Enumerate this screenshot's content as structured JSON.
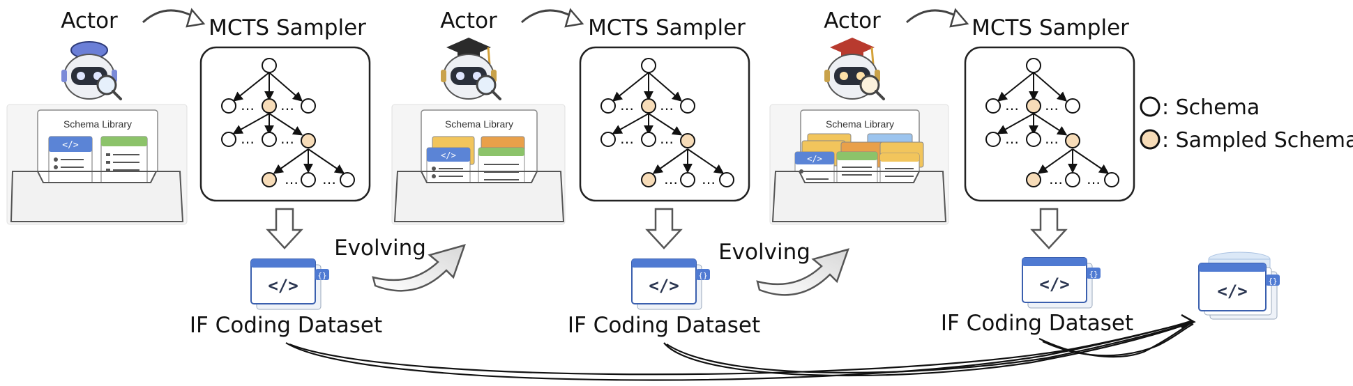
{
  "labels": {
    "actor": "Actor",
    "mcts_sampler": "MCTS Sampler",
    "schema_library": "Schema Library",
    "evolving": "Evolving",
    "dataset": "IF Coding Dataset",
    "ellipsis": "…",
    "code_glyph": "</>",
    "brace_glyph": "{}"
  },
  "legend": [
    {
      "key": "schema",
      "label": ": Schema",
      "fill": "#ffffff"
    },
    {
      "key": "sampled",
      "label": ": Sampled Schema",
      "fill": "#f7dcb8"
    }
  ],
  "stages": [
    {
      "id": "stage-1",
      "hat_color": "#6b7fd7",
      "folder_count": 2
    },
    {
      "id": "stage-2",
      "hat_color": "#2b2b2b",
      "folder_count": 4
    },
    {
      "id": "stage-3",
      "hat_color": "#b83a2e",
      "folder_count": 6
    }
  ],
  "colors": {
    "sampled_node": "#f7dcb8",
    "folder_blue": "#5b84d6",
    "folder_green": "#8cc36a",
    "folder_yellow": "#f2c55c",
    "folder_orange": "#e9a04a",
    "folder_lightblue": "#9cc4ee"
  }
}
